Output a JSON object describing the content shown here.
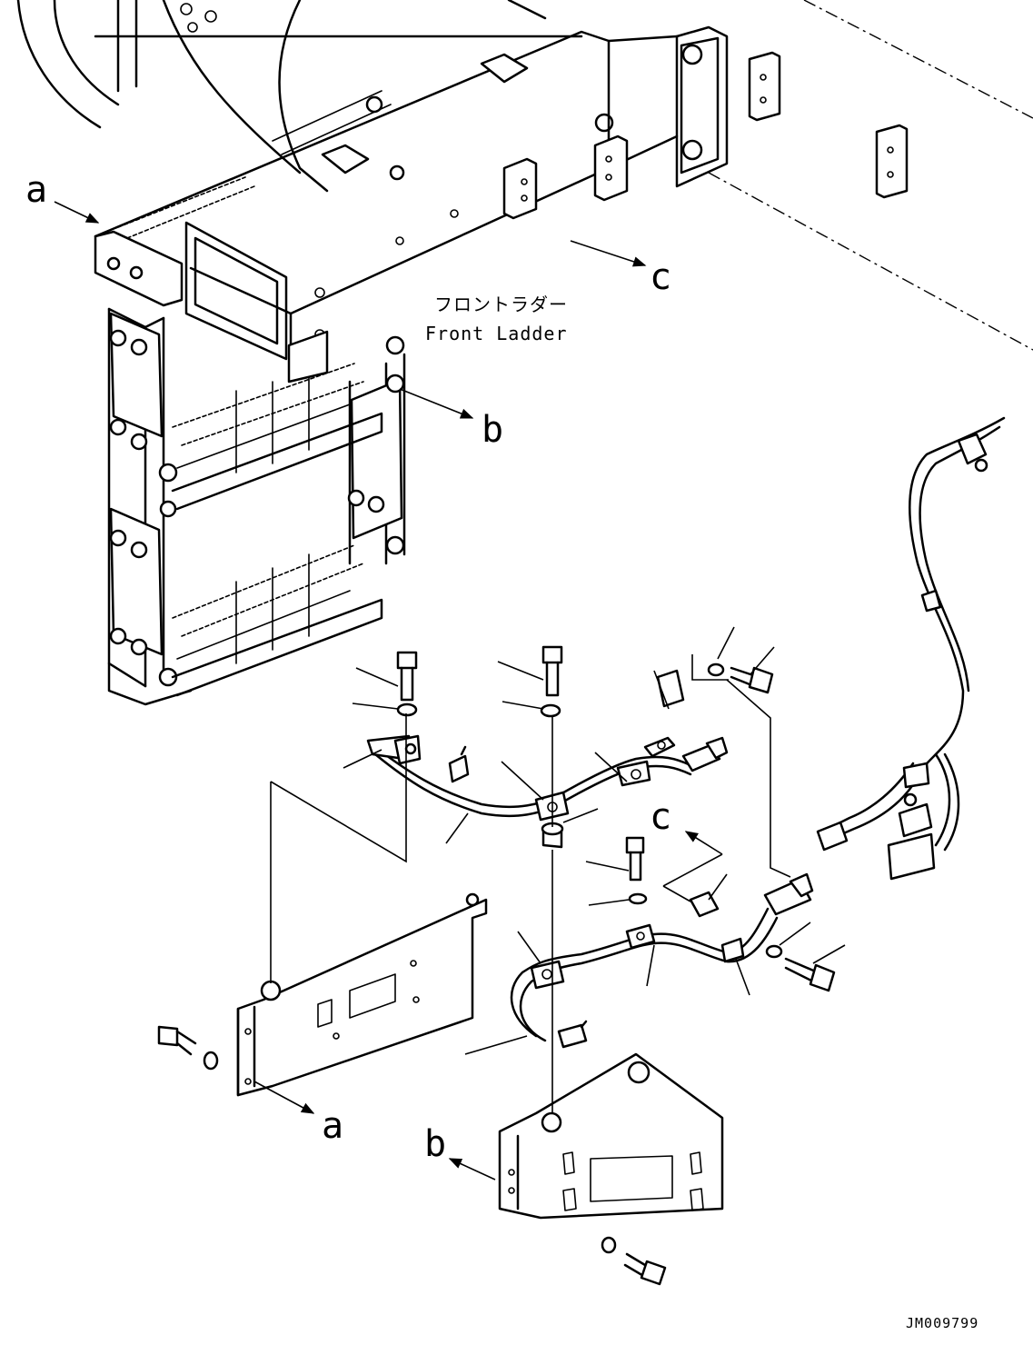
{
  "callouts": {
    "a_top": "a",
    "b_top": "b",
    "c_top": "c",
    "c_mid": "c",
    "a_bottom": "a",
    "b_bottom": "b"
  },
  "ladder_label": {
    "japanese": "フロントラダー",
    "english": "Front Ladder"
  },
  "figure_id": "JM009799"
}
